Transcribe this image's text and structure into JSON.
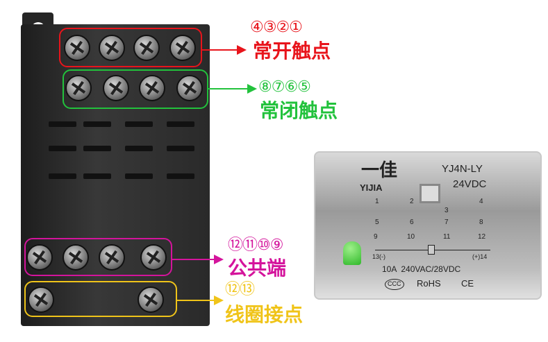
{
  "annotations": {
    "no": {
      "numbers": "④③②①",
      "label": "常开触点",
      "color": "#e8141b"
    },
    "nc": {
      "numbers": "⑧⑦⑥⑤",
      "label": "常闭触点",
      "color": "#22c23c"
    },
    "com": {
      "numbers": "⑫⑪⑩⑨",
      "label": "公共端",
      "color": "#d4149c"
    },
    "coil": {
      "numbers": "⑫⑬",
      "label": "线圈接点",
      "color": "#f0c419"
    }
  },
  "relay": {
    "brand_cn": "一佳",
    "brand": "YIJIA",
    "model": "YJ4N-LY",
    "voltage": "24VDC",
    "pins_top": [
      "1",
      "2",
      "3",
      "4"
    ],
    "pins_bottom": [
      "5",
      "6",
      "7",
      "8"
    ],
    "pins_com": [
      "9",
      "10",
      "11",
      "12"
    ],
    "coil_left": "13(-)",
    "coil_right": "(+)14",
    "rating": "10A  240VAC/28VDC",
    "cert1": "CCC",
    "cert2": "RoHS",
    "cert3": "CE"
  }
}
